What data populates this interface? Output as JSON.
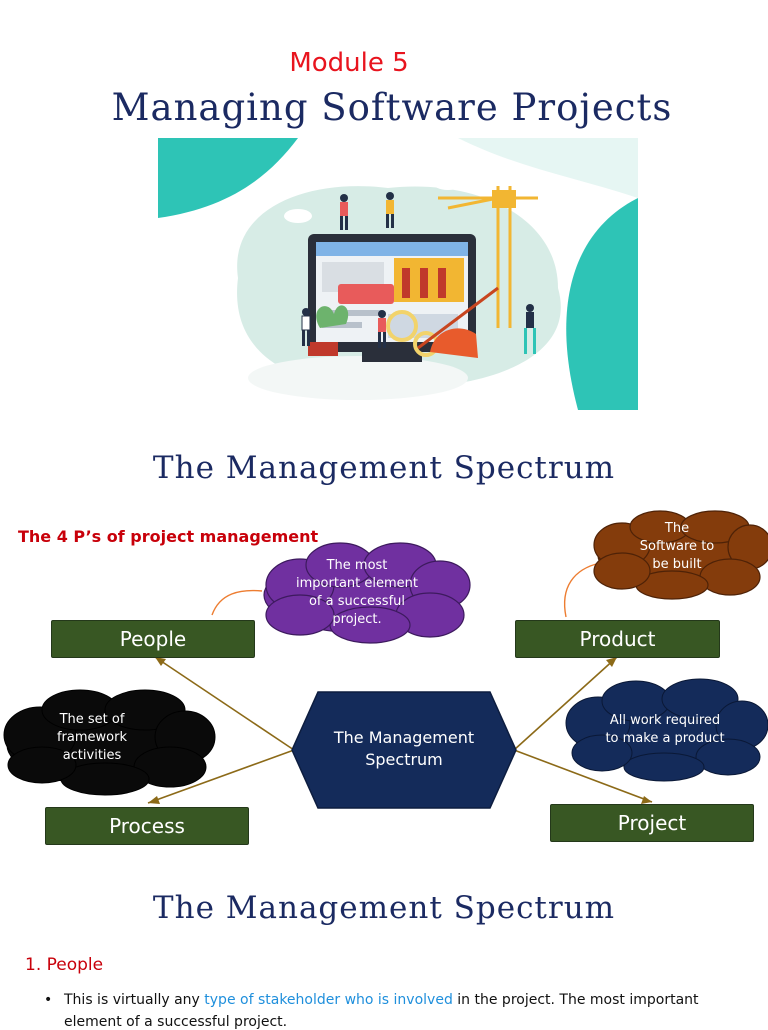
{
  "header": {
    "module": "Module 5",
    "title": "Managing Software Projects"
  },
  "spectrum": {
    "section_title": "The Management Spectrum",
    "subtitle": "The 4 P’s of project management",
    "center_label_1": "The Management",
    "center_label_2": "Spectrum",
    "boxes": {
      "people": "People",
      "product": "Product",
      "process": "Process",
      "project": "Project"
    },
    "clouds": {
      "people": [
        "The most",
        "important element",
        "of a successful",
        "project."
      ],
      "product": [
        "The",
        "Software to",
        "be built"
      ],
      "process": [
        "The set of",
        "framework",
        "activities"
      ],
      "project": [
        "All work required",
        "to make a product"
      ]
    },
    "colors": {
      "box_fill": "#385723",
      "hexagon_fill": "#142b5a",
      "cloud_people": "#7030a0",
      "cloud_product": "#843c0c",
      "cloud_process": "#0a0a0a",
      "cloud_project": "#142b5a",
      "connector": "#8c6a18",
      "callout_line": "#ed7d31"
    }
  },
  "section2": {
    "title": "The Management Spectrum",
    "heading": "1. People",
    "bullet_part1": "This is virtually any ",
    "bullet_highlight": "type of stakeholder who is involved",
    "bullet_part2": " in the project. The most important",
    "bullet_line2": "element of a successful project."
  }
}
